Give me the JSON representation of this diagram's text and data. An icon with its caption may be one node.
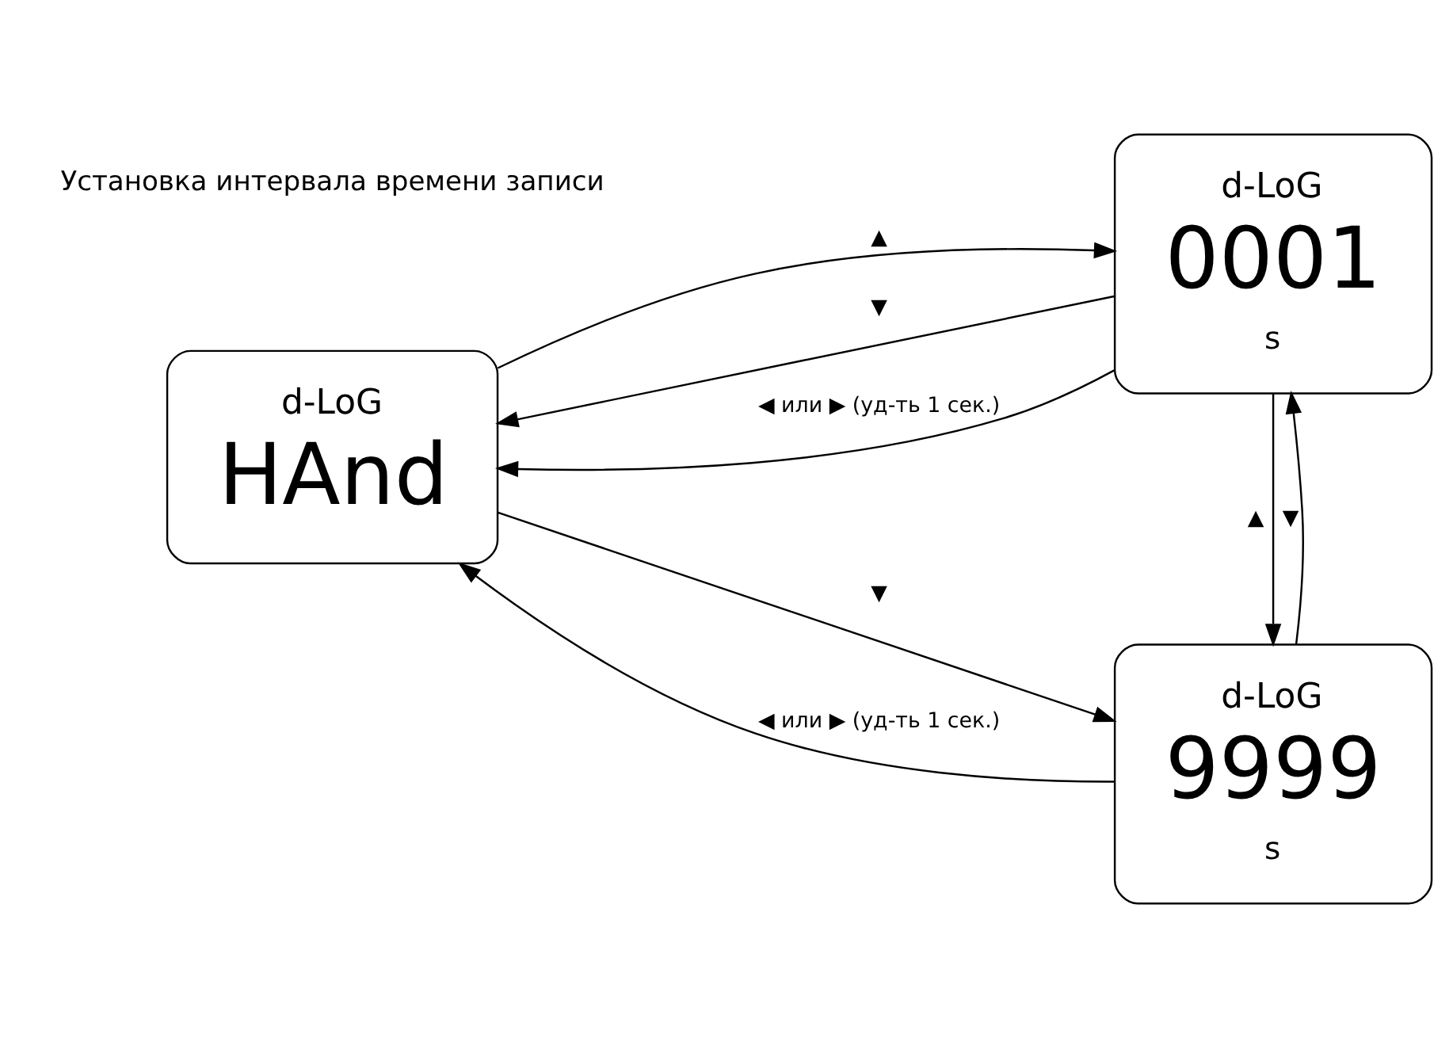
{
  "diagram": {
    "nodes": [
      {
        "text": [
          "d-LoG",
          "HAnd"
        ]
      },
      {
        "text": [
          "d-LoG",
          "9999",
          "s"
        ]
      },
      {
        "text": [
          "d-LoG",
          "0001",
          "s"
        ]
      }
    ],
    "edges": [
      {
        "from": 0,
        "to": 1,
        "arrow": "to",
        "label": "▼"
      },
      {
        "from": 0,
        "to": 2,
        "arrow": "to",
        "label": "▲"
      },
      {
        "from": 2,
        "to": 0,
        "arrow": "to",
        "label": "▼"
      },
      {
        "from": 1,
        "to": 0,
        "arrow": "to",
        "label": "◀ или ▶ (уд-ть 1 сек.)"
      },
      {
        "from": 2,
        "to": 0,
        "arrow": "to",
        "label": "◀ или ▶ (уд-ть 1 сек.)"
      },
      {
        "from": 2,
        "to": 1,
        "arrow": "to",
        "label": "▲"
      },
      {
        "from": 1,
        "to": 2,
        "arrow": "to",
        "label": "▼"
      }
    ],
    "labels": [
      "Установка интервала времени записи"
    ]
  }
}
